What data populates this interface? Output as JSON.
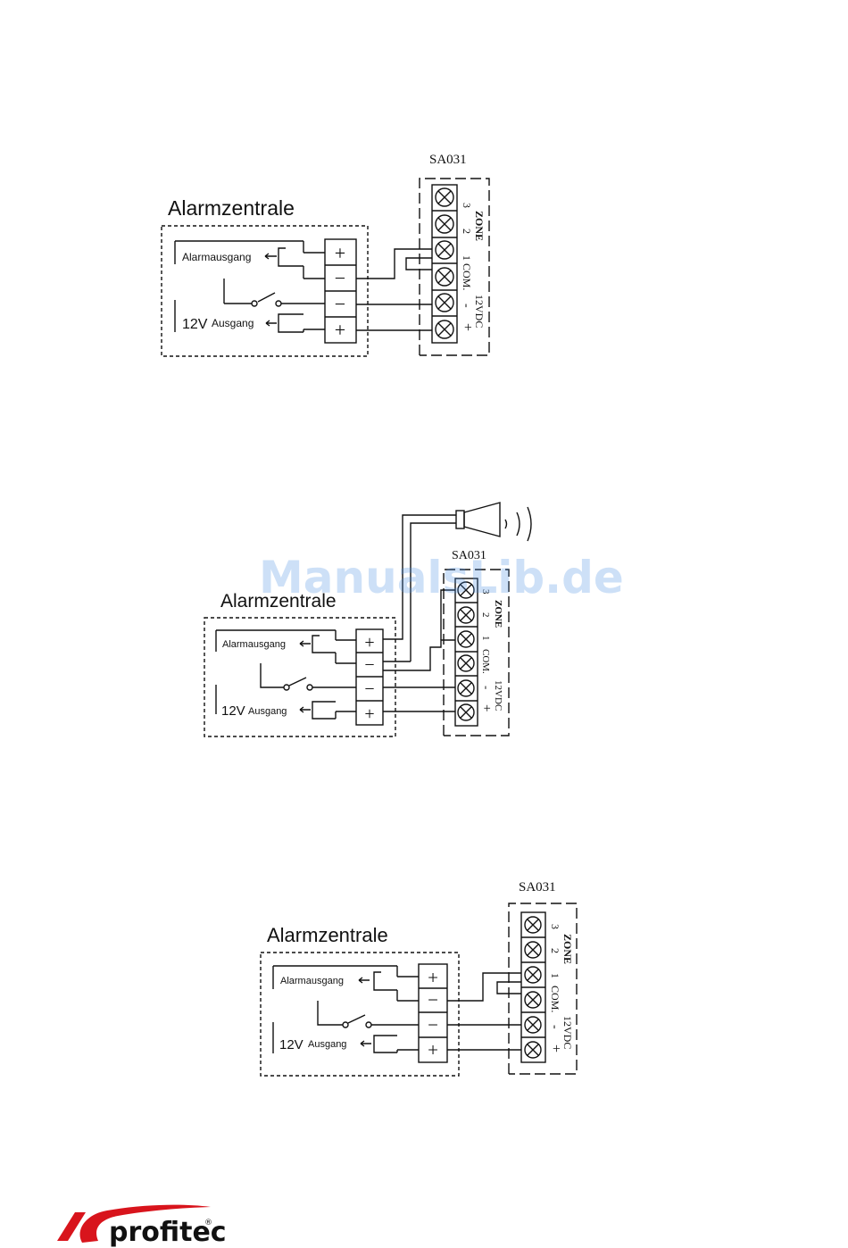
{
  "diagrams": [
    {
      "panel_title": "Alarmzentrale",
      "alarm_output_label": "Alarmausgang",
      "power_prefix": "12V",
      "power_output_label": "Ausgang",
      "device_label": "SA031",
      "zone_label": "ZONE",
      "com_label": "COM.",
      "vdc_label": "12VDC",
      "terminal_numbers": [
        "1",
        "2",
        "3"
      ],
      "panel_terminal_signs": [
        "+",
        "−",
        "−",
        "+"
      ],
      "supply_signs": [
        "-",
        "+"
      ]
    },
    {
      "panel_title": "Alarmzentrale",
      "alarm_output_label": "Alarmausgang",
      "power_prefix": "12V",
      "power_output_label": "Ausgang",
      "device_label": "SA031",
      "zone_label": "ZONE",
      "com_label": "COM.",
      "vdc_label": "12VDC",
      "terminal_numbers": [
        "1",
        "2",
        "3"
      ],
      "panel_terminal_signs": [
        "+",
        "−",
        "−",
        "+"
      ],
      "supply_signs": [
        "-",
        "+"
      ]
    },
    {
      "panel_title": "Alarmzentrale",
      "alarm_output_label": "Alarmausgang",
      "power_prefix": "12V",
      "power_output_label": "Ausgang",
      "device_label": "SA031",
      "zone_label": "ZONE",
      "com_label": "COM.",
      "vdc_label": "12VDC",
      "terminal_numbers": [
        "1",
        "2",
        "3"
      ],
      "panel_terminal_signs": [
        "+",
        "−",
        "−",
        "+"
      ],
      "supply_signs": [
        "-",
        "+"
      ]
    }
  ],
  "watermark": "ManualsLib.de",
  "brand": {
    "name": "profitec",
    "registered_mark": "®",
    "accent_color": "#d8141c"
  }
}
